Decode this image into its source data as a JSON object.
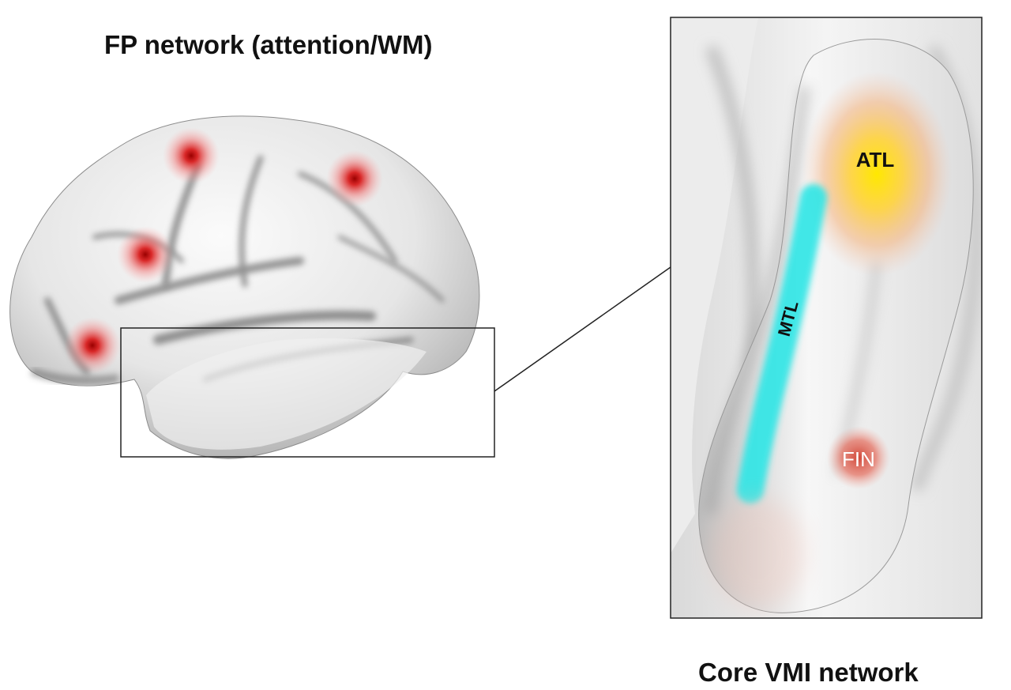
{
  "left_panel": {
    "title": "FP network (attention/WM)"
  },
  "right_panel": {
    "title": "Core VMI network",
    "labels": {
      "atl": "ATL",
      "mtl": "MTL",
      "fin": "FIN"
    }
  },
  "colors": {
    "fp_node": "#d81e1e",
    "atl_highlight": "#ffe000",
    "mtl_highlight": "#2ee6e6",
    "fin_highlight": "#e05a4a",
    "frame": "#222222"
  }
}
